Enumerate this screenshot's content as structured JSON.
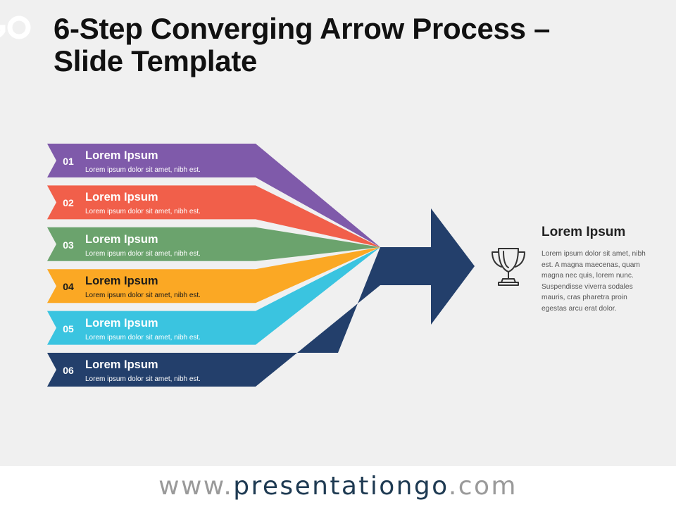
{
  "title": {
    "line1": "6-Step Converging Arrow Process –",
    "line2": "Slide Template"
  },
  "steps": [
    {
      "number": "01",
      "title": "Lorem Ipsum",
      "description": "Lorem ipsum dolor sit amet, nibh est.",
      "color": "#7f5aaa",
      "text": "light"
    },
    {
      "number": "02",
      "title": "Lorem Ipsum",
      "description": "Lorem ipsum dolor sit amet, nibh est.",
      "color": "#f15f4a",
      "text": "light"
    },
    {
      "number": "03",
      "title": "Lorem Ipsum",
      "description": "Lorem ipsum dolor sit amet, nibh est.",
      "color": "#6ba36d",
      "text": "light"
    },
    {
      "number": "04",
      "title": "Lorem Ipsum",
      "description": "Lorem ipsum dolor sit amet, nibh est.",
      "color": "#fba824",
      "text": "dark"
    },
    {
      "number": "05",
      "title": "Lorem Ipsum",
      "description": "Lorem ipsum dolor sit amet, nibh est.",
      "color": "#3ac4e0",
      "text": "light"
    },
    {
      "number": "06",
      "title": "Lorem Ipsum",
      "description": "Lorem ipsum dolor sit amet, nibh est.",
      "color": "#233f6b",
      "text": "light"
    }
  ],
  "arrow": {
    "color": "#233f6b"
  },
  "result": {
    "icon": "trophy-icon",
    "title": "Lorem Ipsum",
    "description": "Lorem ipsum dolor sit amet, nibh est. A magna maecenas, quam magna nec quis, lorem nunc. Suspendisse viverra sodales mauris, cras pharetra proin egestas arcu erat dolor."
  },
  "footer": {
    "prefix": "www.",
    "brand": "presentationgo",
    "suffix": ".com"
  },
  "logo_fragment": "GO"
}
